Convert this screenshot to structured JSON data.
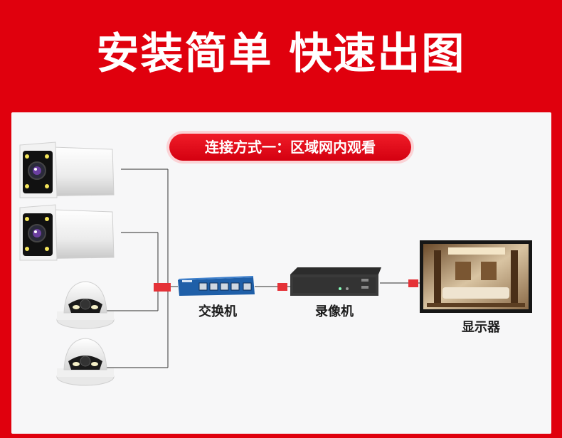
{
  "title": "安装简单 快速出图",
  "connection_mode": "连接方式一：区域网内观看",
  "devices": {
    "switch_label": "交换机",
    "nvr_label": "录像机",
    "monitor_label": "显示器"
  },
  "colors": {
    "brand_red": "#e0000d",
    "connector_red": "#e53238",
    "switch_blue": "#1f5fa8",
    "line_gray": "#555555"
  },
  "icons": [
    "bullet-camera-icon",
    "dome-camera-icon",
    "network-switch-icon",
    "nvr-recorder-icon",
    "monitor-icon"
  ]
}
